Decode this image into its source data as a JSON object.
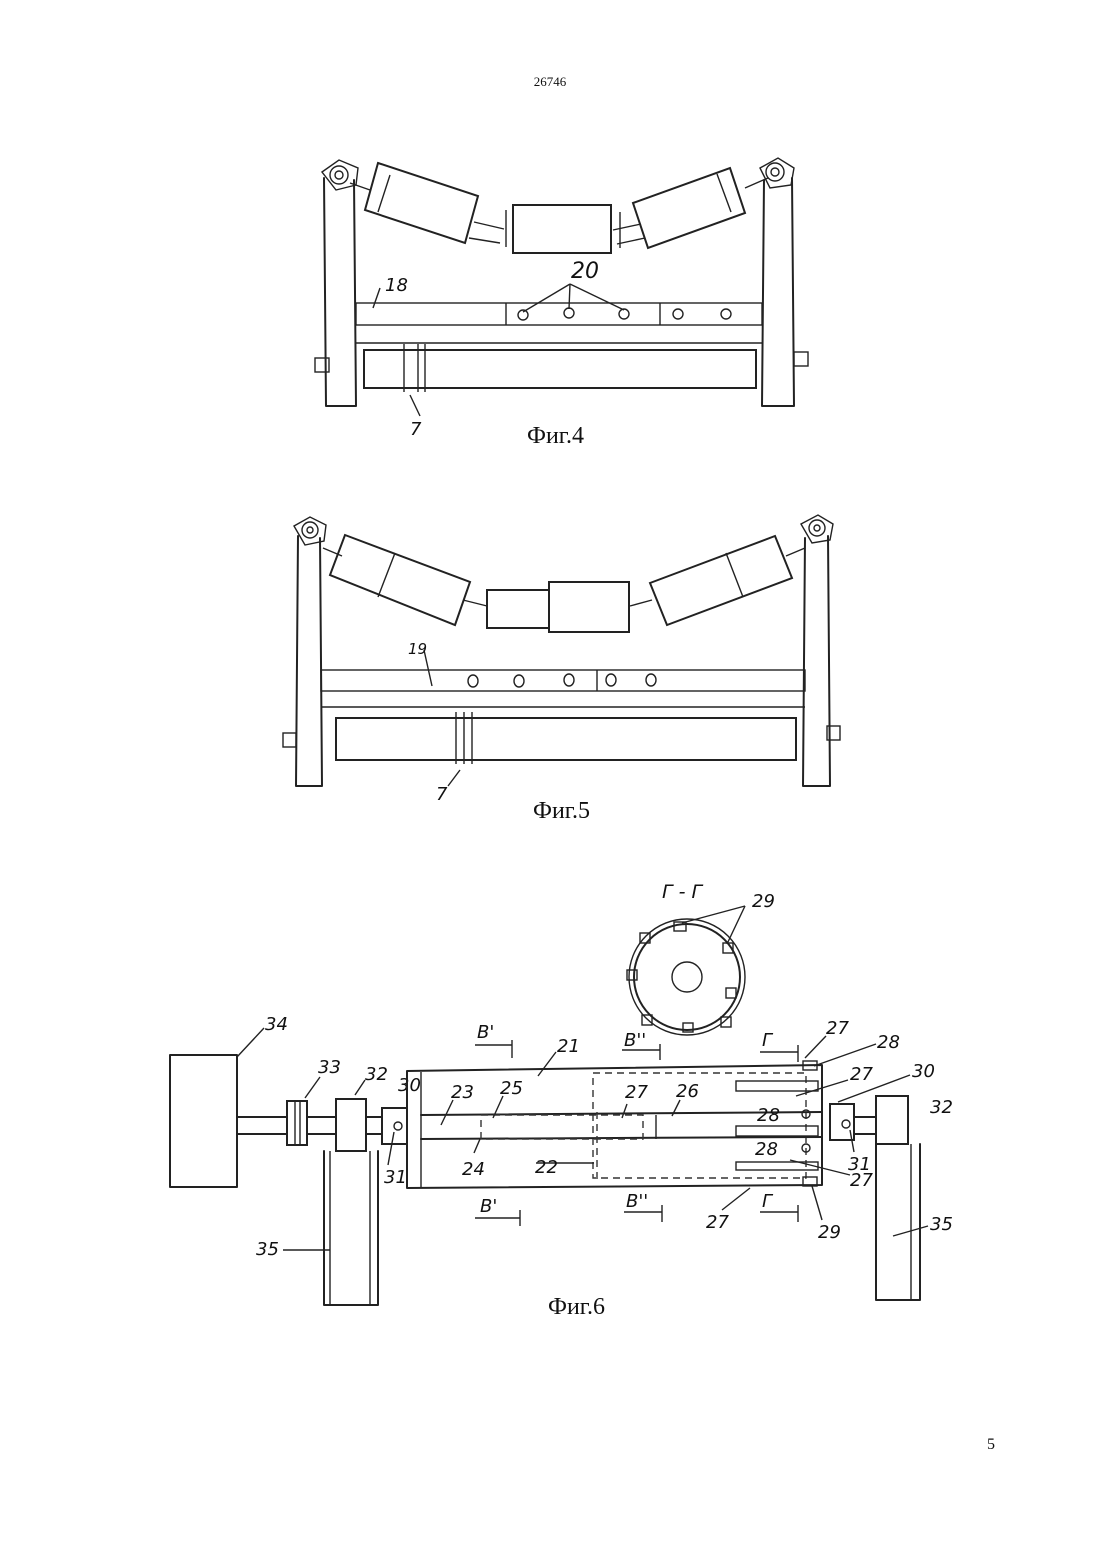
{
  "header": {
    "doc_number": "26746"
  },
  "footer": {
    "page_number": "5"
  },
  "fig4": {
    "caption": "Фиг.4",
    "labels": {
      "beam": "18",
      "bolts": "20",
      "roller": "7"
    }
  },
  "fig5": {
    "caption": "Фиг.5",
    "labels": {
      "beam": "19",
      "roller": "7"
    }
  },
  "fig6": {
    "caption": "Фиг.6",
    "section_title": "Г - Г",
    "labels": {
      "l21": "21",
      "l22": "22",
      "l23": "23",
      "l24": "24",
      "l25": "25",
      "l26": "26",
      "l27a": "27",
      "l27b": "27",
      "l27c": "27",
      "l27d": "27",
      "l27e": "27",
      "l28a": "28",
      "l28b": "28",
      "l28c": "28",
      "l29a": "29",
      "l29b": "29",
      "l30a": "30",
      "l30b": "30",
      "l31a": "31",
      "l31b": "31",
      "l32a": "32",
      "l32b": "32",
      "l33": "33",
      "l34": "34",
      "l35a": "35",
      "l35b": "35",
      "secB1a": "В'",
      "secB1b": "В'",
      "secB2a": "В''",
      "secB2b": "В''",
      "secGa": "Г",
      "secGb": "Г"
    }
  }
}
